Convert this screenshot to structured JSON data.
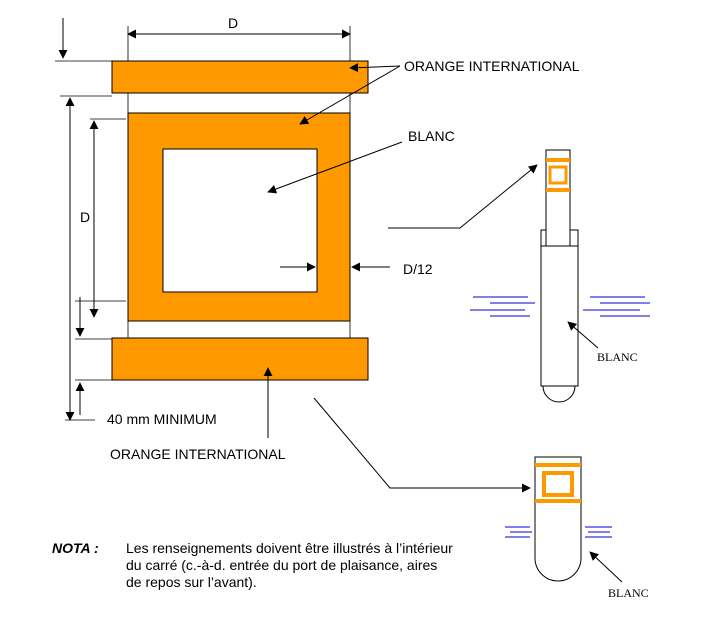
{
  "labels": {
    "dimension_d_top": "D",
    "dimension_d_left": "D",
    "orange_top": "ORANGE INTERNATIONAL",
    "blanc_center": "BLANC",
    "d12": "D/12",
    "minimum": "40 mm MINIMUM",
    "orange_bottom": "ORANGE INTERNATIONAL",
    "blanc_buoy1": "BLANC",
    "blanc_buoy2": "BLANC"
  },
  "nota": {
    "key": "NOTA :",
    "text": "Les renseignements doivent être illustrés à l’intérieur du carré (c.-à-d. entrée du port de plaisance, aires de repos sur l’avant)."
  },
  "colors": {
    "orange": "#FF9900",
    "water": "#0000CC",
    "line": "#000000"
  }
}
